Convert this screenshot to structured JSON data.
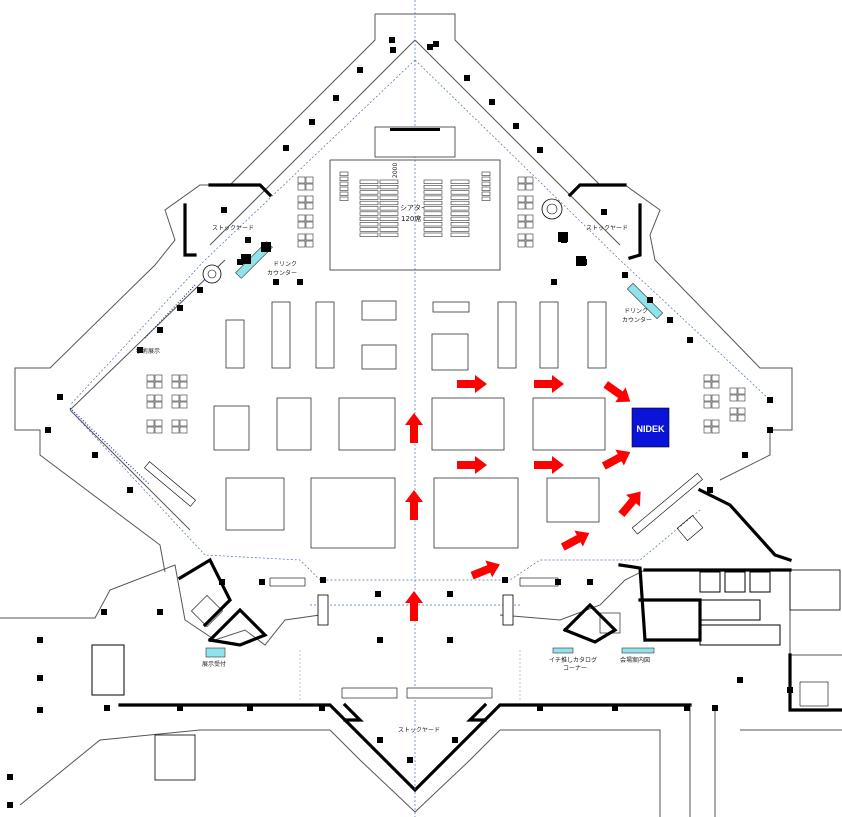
{
  "labels": {
    "theater": "シアター",
    "theater_seats": "120席",
    "theater_width": "2000",
    "stock_yard": "ストックヤード",
    "drink_counter_line1": "ドリンク",
    "drink_counter_line2": "カウンター",
    "academic_exhibit": "学術展示",
    "exhibit_reception": "展示受付",
    "catalog_corner_line1": "イチ推しカタログ",
    "catalog_corner_line2": "コーナー",
    "venue_guide": "会場案内図"
  },
  "highlight_booth": {
    "name": "NIDEK",
    "color": "#0a14d8",
    "text_color": "#ffffff"
  },
  "colors": {
    "arrow": "#ff0000",
    "counter": "#8fe3ea",
    "dashed_route": "#4a6fb5",
    "wall": "#000000"
  }
}
